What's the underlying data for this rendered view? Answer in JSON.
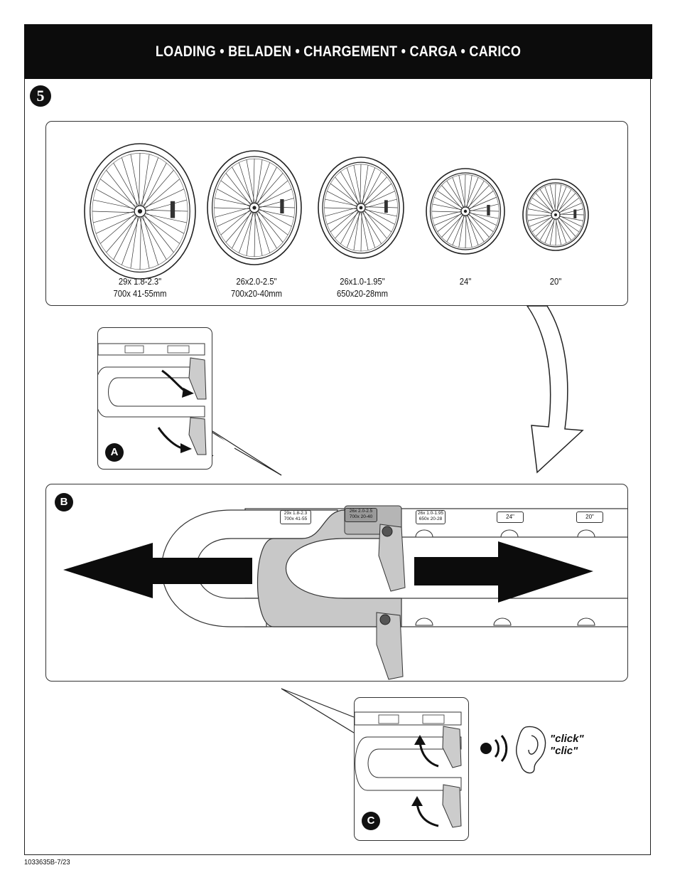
{
  "header": {
    "title": "LOADING • BELADEN • CHARGEMENT • CARGA • CARICO"
  },
  "step": {
    "number": "5"
  },
  "wheels": [
    {
      "size": "29x 1.8-2.3\"",
      "metric": "700x 41-55mm"
    },
    {
      "size": "26x2.0-2.5\"",
      "metric": "700x20-40mm"
    },
    {
      "size": "26x1.0-1.95\"",
      "metric": "650x20-28mm"
    },
    {
      "size": "24\"",
      "metric": ""
    },
    {
      "size": "20\"",
      "metric": ""
    }
  ],
  "detail_labels": {
    "a": "A",
    "b": "B",
    "c": "C"
  },
  "slot_labels": {
    "slot1_line1": "29x 1.8-2.3",
    "slot1_line2": "700x 41-55",
    "slot2_line1": "26x 2.0-2.5",
    "slot2_line2": "700x 20-40",
    "slot3_line1": "26x 1.0-1.95",
    "slot3_line2": "650x 20-28",
    "slot4": "24\"",
    "slot5": "20\""
  },
  "sound": {
    "line1": "\"click\"",
    "line2": "\"clic\""
  },
  "footer": {
    "code": "1033635B-7/23"
  }
}
